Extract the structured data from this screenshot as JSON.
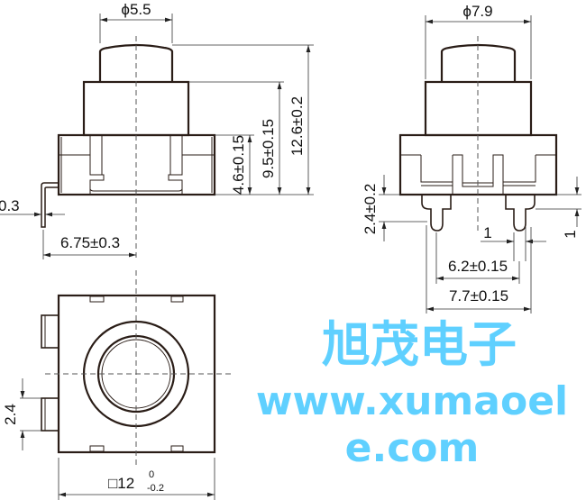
{
  "drawing": {
    "front_view": {
      "cap_diameter": "ϕ5.5",
      "base_height": "4.6±0.15",
      "body_height": "9.5±0.15",
      "total_height": "12.6±0.2",
      "lead_thickness": "0.3",
      "lead_offset": "6.75±0.3"
    },
    "side_view": {
      "body_diameter": "ϕ7.9",
      "pin_length": "2.4±0.2",
      "pin_width": "1",
      "pin_protrusion": "1",
      "inner_pin_spacing": "6.2±0.15",
      "outer_pin_spacing": "7.7±0.15"
    },
    "bottom_view": {
      "tab_width": "2.4",
      "square_prefix": "□12",
      "tol_upper": "0",
      "tol_lower": "-0.2"
    }
  },
  "watermark": {
    "company": "旭茂电子",
    "website": "www.xumaoele.com"
  },
  "colors": {
    "outline": "#2a1d17",
    "watermark": "#5fd0ff"
  }
}
